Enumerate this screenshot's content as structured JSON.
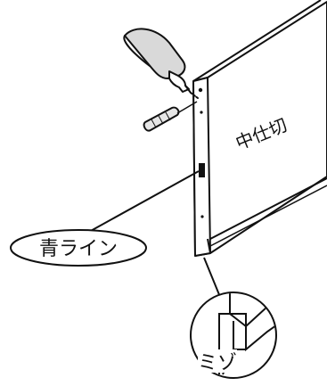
{
  "labels": {
    "partition": "中仕切",
    "blue_line": "青ライン",
    "groove": "ミゾ"
  },
  "colors": {
    "ink": "#111111",
    "paper": "#ffffff",
    "glue_bottle": "#d9d9d9",
    "dowel": "#e6e6e6"
  },
  "icons": {
    "glue": "glue-bottle-icon",
    "dowel": "wooden-dowel-icon"
  }
}
